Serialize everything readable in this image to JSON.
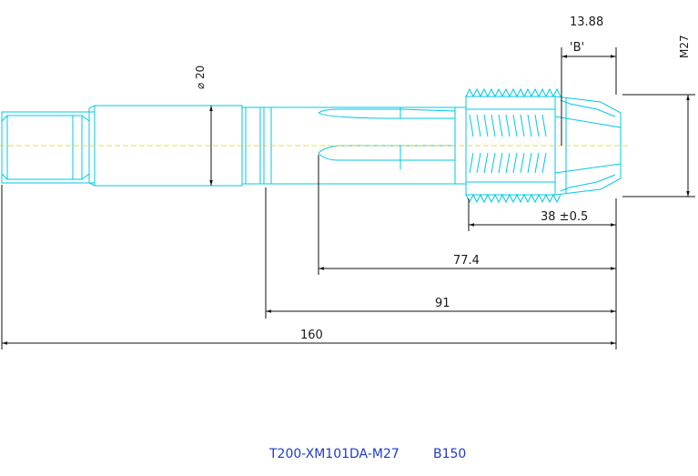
{
  "dimensions": {
    "diameter": "⌀ 20",
    "angle_value": "13.88",
    "angle_label": "'B'",
    "thread": "M27",
    "thread_length": "38 ±0.5",
    "flute_length": "77.4",
    "body_length": "91",
    "overall_length": "160"
  },
  "part": {
    "number": "T200-XM101DA-M27",
    "code": "B150"
  },
  "colors": {
    "tool_outline": "#00c8e6",
    "center_line": "#e6d200",
    "dimension": "#111111",
    "part_text": "#1e3cc8"
  }
}
